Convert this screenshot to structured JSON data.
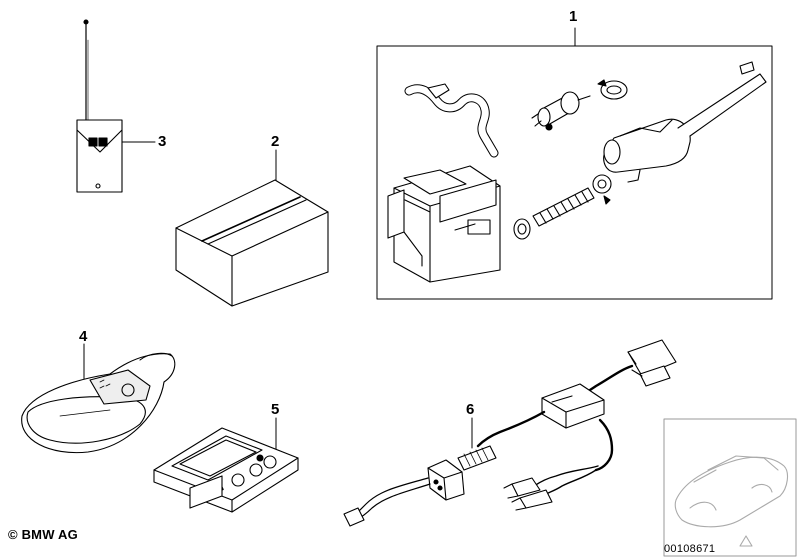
{
  "callouts": {
    "c1": "1",
    "c2": "2",
    "c3": "3",
    "c4": "4",
    "c5": "5",
    "c6": "6"
  },
  "footer": {
    "copyright": "© BMW AG",
    "part_number": "00108671"
  },
  "colors": {
    "line": "#000000",
    "fill_light": "#ffffff",
    "fill_grey": "#e6e6e6"
  }
}
